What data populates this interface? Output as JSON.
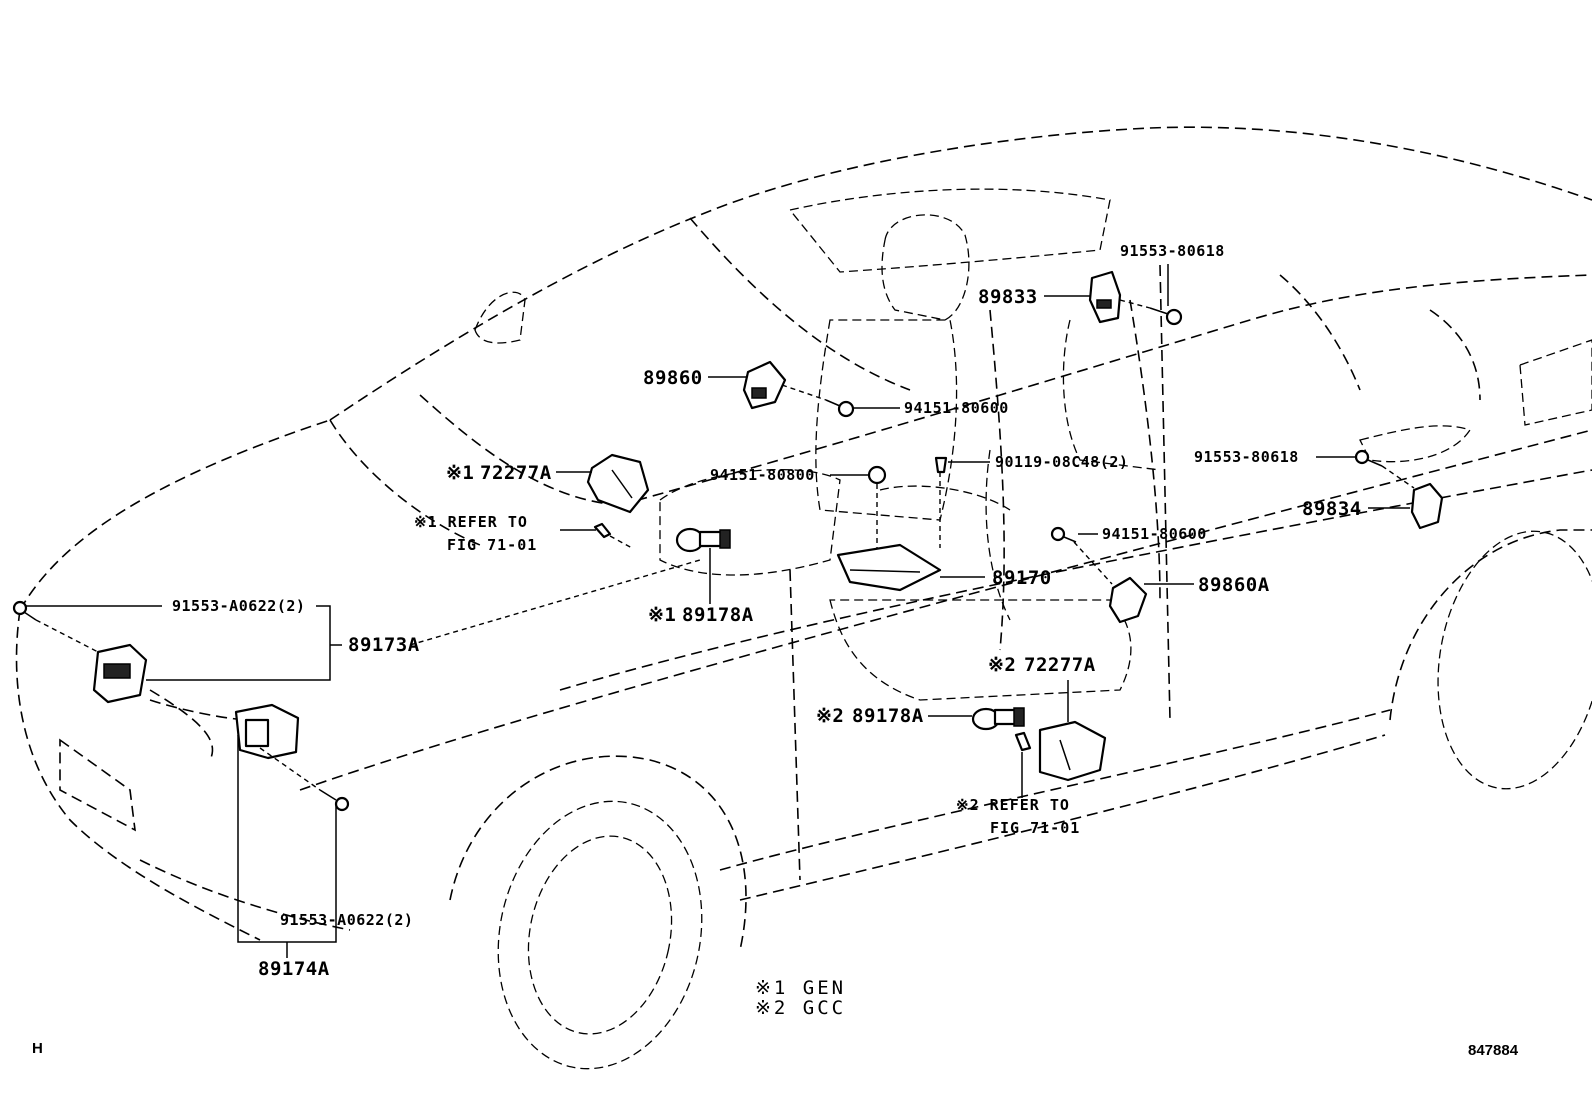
{
  "parts": {
    "p89833": "89833",
    "p91553_80618_top": "91553-80618",
    "p89860": "89860",
    "p94151_80600_a": "94151-80600",
    "p72277A_1": "72277A",
    "mark1_72277A": "※1",
    "p94151_80800": "94151-80800",
    "p90119_08C48": "90119-08C48(2)",
    "p91553_80618_right": "91553-80618",
    "p89834": "89834",
    "p94151_80600_b": "94151-80600",
    "p89170": "89170",
    "p89860A": "89860A",
    "p91553_A0622_top": "91553-A0622(2)",
    "p89173A": "89173A",
    "p89178A_1": "89178A",
    "mark1_89178A": "※1",
    "p72277A_2": "72277A",
    "mark2_72277A": "※2",
    "p89178A_2": "89178A",
    "mark2_89178A": "※2",
    "p91553_A0622_bottom": "91553-A0622(2)",
    "p89174A": "89174A"
  },
  "notes": {
    "ref1_line1": "※1 REFER TO",
    "ref1_line2": "FIG 71-01",
    "ref2_line1": "※2 REFER TO",
    "ref2_line2": "FIG 71-01"
  },
  "legend": {
    "line1": "※1 GEN",
    "line2": "※2 GCC"
  },
  "corner": {
    "left": "H",
    "right": "847884"
  }
}
